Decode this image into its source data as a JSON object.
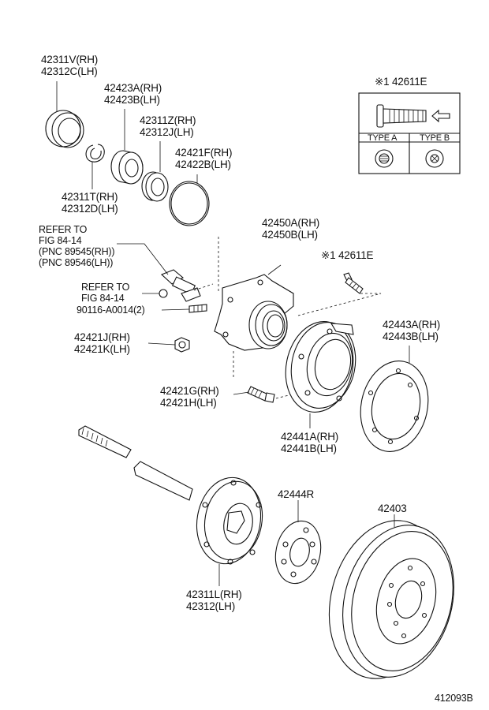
{
  "diagram_id": "412093B",
  "callouts": {
    "oil_seal": [
      "42311V(RH)",
      "42312C(LH)"
    ],
    "inner_bearing": [
      "42423A(RH)",
      "42423B(LH)"
    ],
    "seal_z": [
      "42311Z(RH)",
      "42312J(LH)"
    ],
    "o_ring": [
      "42421F(RH)",
      "42422B(LH)"
    ],
    "snap_ring": [
      "42311T(RH)",
      "42312D(LH)"
    ],
    "sensor_ref": [
      "REFER TO",
      "FIG 84-14",
      "(PNC 89545(RH))",
      "(PNC 89546(LH))"
    ],
    "bolt_ref": [
      "REFER TO",
      "FIG 84-14",
      "90116-A0014(2)"
    ],
    "hub": [
      "42450A(RH)",
      "42450B(LH)"
    ],
    "hub_bolt_mark": "※1 42611E",
    "nut": [
      "42421J(RH)",
      "42421K(LH)"
    ],
    "backing_bolt": [
      "42421G(RH)",
      "42421H(LH)"
    ],
    "gasket": [
      "42443A(RH)",
      "42443B(LH)"
    ],
    "backing_plate": [
      "42441A(RH)",
      "42441B(LH)"
    ],
    "washer": "42444R",
    "drum": "42403",
    "axle_shaft": [
      "42311L(RH)",
      "42312(LH)"
    ]
  },
  "inset": {
    "title": "※1 42611E",
    "type_a": "TYPE A",
    "type_b": "TYPE B"
  }
}
